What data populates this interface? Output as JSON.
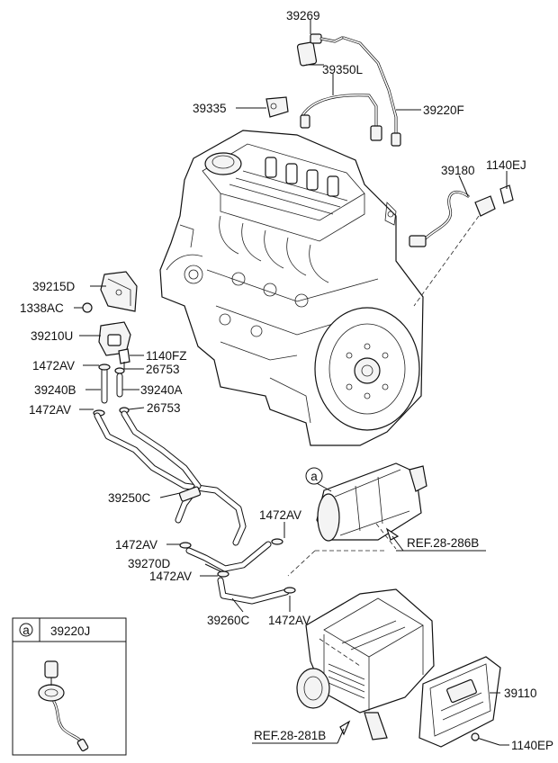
{
  "labels": {
    "p39269": "39269",
    "p39350L": "39350L",
    "p39335": "39335",
    "p39220F": "39220F",
    "p39180": "39180",
    "p1140EJ": "1140EJ",
    "p39215D": "39215D",
    "p1338AC": "1338AC",
    "p39210U": "39210U",
    "p1140FZ": "1140FZ",
    "p1472AV_a": "1472AV",
    "p26753_a": "26753",
    "p39240B": "39240B",
    "p39240A": "39240A",
    "p1472AV_b": "1472AV",
    "p26753_b": "26753",
    "p39250C": "39250C",
    "p1472AV_c": "1472AV",
    "p1472AV_d": "1472AV",
    "p39270D": "39270D",
    "p1472AV_e": "1472AV",
    "p39260C": "39260C",
    "p1472AV_f": "1472AV",
    "p39110": "39110",
    "p1140EP": "1140EP",
    "ref_286": "REF.28-286B",
    "ref_281": "REF.28-281B",
    "callout_a": "a"
  },
  "inset": {
    "marker": "a",
    "part": "39220J"
  }
}
